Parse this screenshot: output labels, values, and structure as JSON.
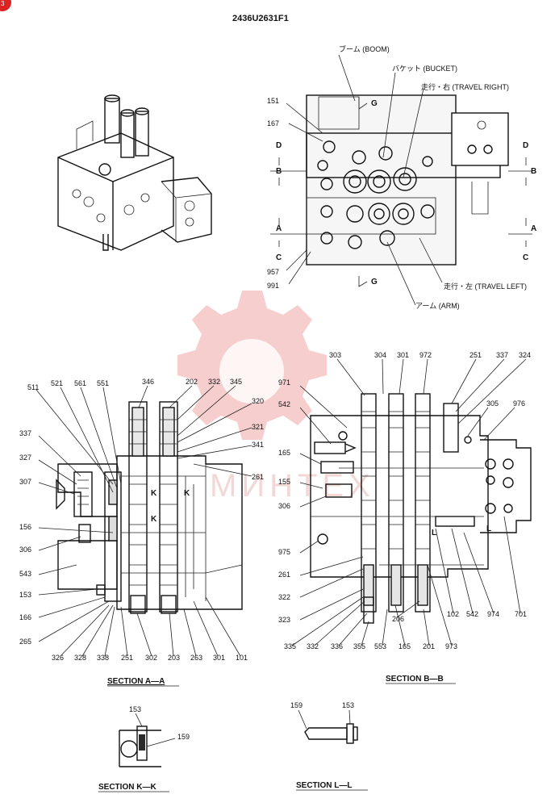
{
  "drawing_number": "2436U2631F1",
  "corner_badge": "3",
  "watermark_text": "МИНТЕХ",
  "top_view": {
    "labels": {
      "boom": "ブーム (BOOM)",
      "bucket": "バケット (BUCKET)",
      "travel_right": "走行・右 (TRAVEL RIGHT)",
      "travel_left": "走行・左 (TRAVEL LEFT)",
      "arm": "アーム (ARM)"
    },
    "section_marks": [
      "D",
      "B",
      "A",
      "C",
      "G"
    ],
    "part_numbers": [
      "151",
      "167",
      "957",
      "991"
    ]
  },
  "section_aa": {
    "title": "SECTION  A—A",
    "mark_k": "K",
    "parts_top": [
      "511",
      "521",
      "561",
      "551",
      "346",
      "202",
      "332",
      "345"
    ],
    "parts_right": [
      "320",
      "321",
      "341",
      "261"
    ],
    "parts_left": [
      "337",
      "327",
      "307",
      "156",
      "306",
      "543",
      "153",
      "166",
      "265"
    ],
    "parts_bottom": [
      "326",
      "328",
      "338",
      "251",
      "302",
      "203",
      "263",
      "301",
      "101"
    ]
  },
  "section_bb": {
    "title": "SECTION  B—B",
    "mark_l": "L",
    "parts_top": [
      "303",
      "304",
      "301",
      "972",
      "251",
      "337",
      "324"
    ],
    "parts_right": [
      "305",
      "976"
    ],
    "parts_left": [
      "971",
      "542",
      "165",
      "155",
      "306",
      "975",
      "261",
      "322",
      "323"
    ],
    "parts_bottom": [
      "335",
      "332",
      "336",
      "355",
      "553",
      "165",
      "206",
      "201",
      "973",
      "102",
      "542",
      "974",
      "701"
    ]
  },
  "section_kk": {
    "title": "SECTION  K—K",
    "parts": [
      "153",
      "159"
    ]
  },
  "section_ll": {
    "title": "SECTION  L—L",
    "parts": [
      "159",
      "153"
    ]
  }
}
